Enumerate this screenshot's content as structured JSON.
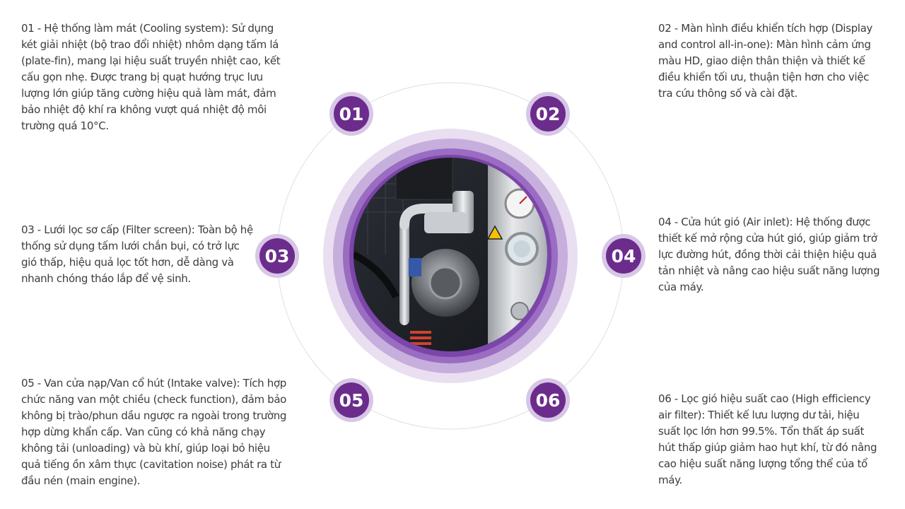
{
  "features": [
    {
      "number": "01",
      "text": "01 - Hệ thống làm mát (Cooling system): Sử dụng két giải nhiệt (bộ trao đổi nhiệt) nhôm dạng tấm lá (plate-fin), mang lại hiệu suất truyền nhiệt cao, kết cấu gọn nhẹ. Được trang bị quạt hướng trục lưu lượng lớn giúp tăng cường hiệu quả làm mát, đảm bảo nhiệt độ khí ra không vượt quá nhiệt độ môi trường quá 10°C."
    },
    {
      "number": "02",
      "text": "02 - Màn hình điều khiển tích hợp (Display and control all-in-one): Màn hình cảm ứng màu HD, giao diện thân thiện và thiết kế điều khiển tối ưu, thuận tiện hơn cho việc tra cứu thông số và cài đặt."
    },
    {
      "number": "03",
      "text": "03 - Lưới lọc sơ cấp (Filter screen): Toàn bộ hệ thống sử dụng tấm lưới chắn bụi, có trở lực gió thấp, hiệu quả lọc tốt hơn, dễ dàng và nhanh chóng tháo lắp để vệ sinh."
    },
    {
      "number": "04",
      "text": "04 - Cửa hút gió (Air inlet): Hệ thống được thiết kế mở rộng cửa hút gió, giúp giảm trở lực đường hút, đồng thời cải thiện hiệu quả tản nhiệt và nâng cao hiệu suất năng lượng của máy."
    },
    {
      "number": "05",
      "text": "05 - Van cửa nạp/Van cổ hút (Intake valve): Tích hợp chức năng van một chiều (check function), đảm bảo không bị trào/phun dầu ngược ra ngoài trong trường hợp dừng khẩn cấp. Van cũng có khả năng chạy không tải (unloading) và bù khí, giúp loại bỏ hiệu quả tiếng ồn xâm thực (cavitation noise) phát ra từ đầu nén (main engine)."
    },
    {
      "number": "06",
      "text": "06 - Lọc gió hiệu suất cao (High efficiency air filter): Thiết kế lưu lượng dư tải, hiệu suất lọc lớn hơn 99.5%. Tổn thất áp suất hút thấp giúp giảm hao hụt khí, từ đó nâng cao hiệu suất năng lượng tổng thể của tổ máy."
    }
  ],
  "colors": {
    "badge": "#6b2c8c",
    "badge_ring": "#d5c3e3",
    "outer_ring": "#d9c9e6",
    "mid_ring": "#a985c8",
    "inner_ring": "#7a46a8",
    "orbit": "#e2e2e2",
    "text": "#3c3c3c"
  }
}
